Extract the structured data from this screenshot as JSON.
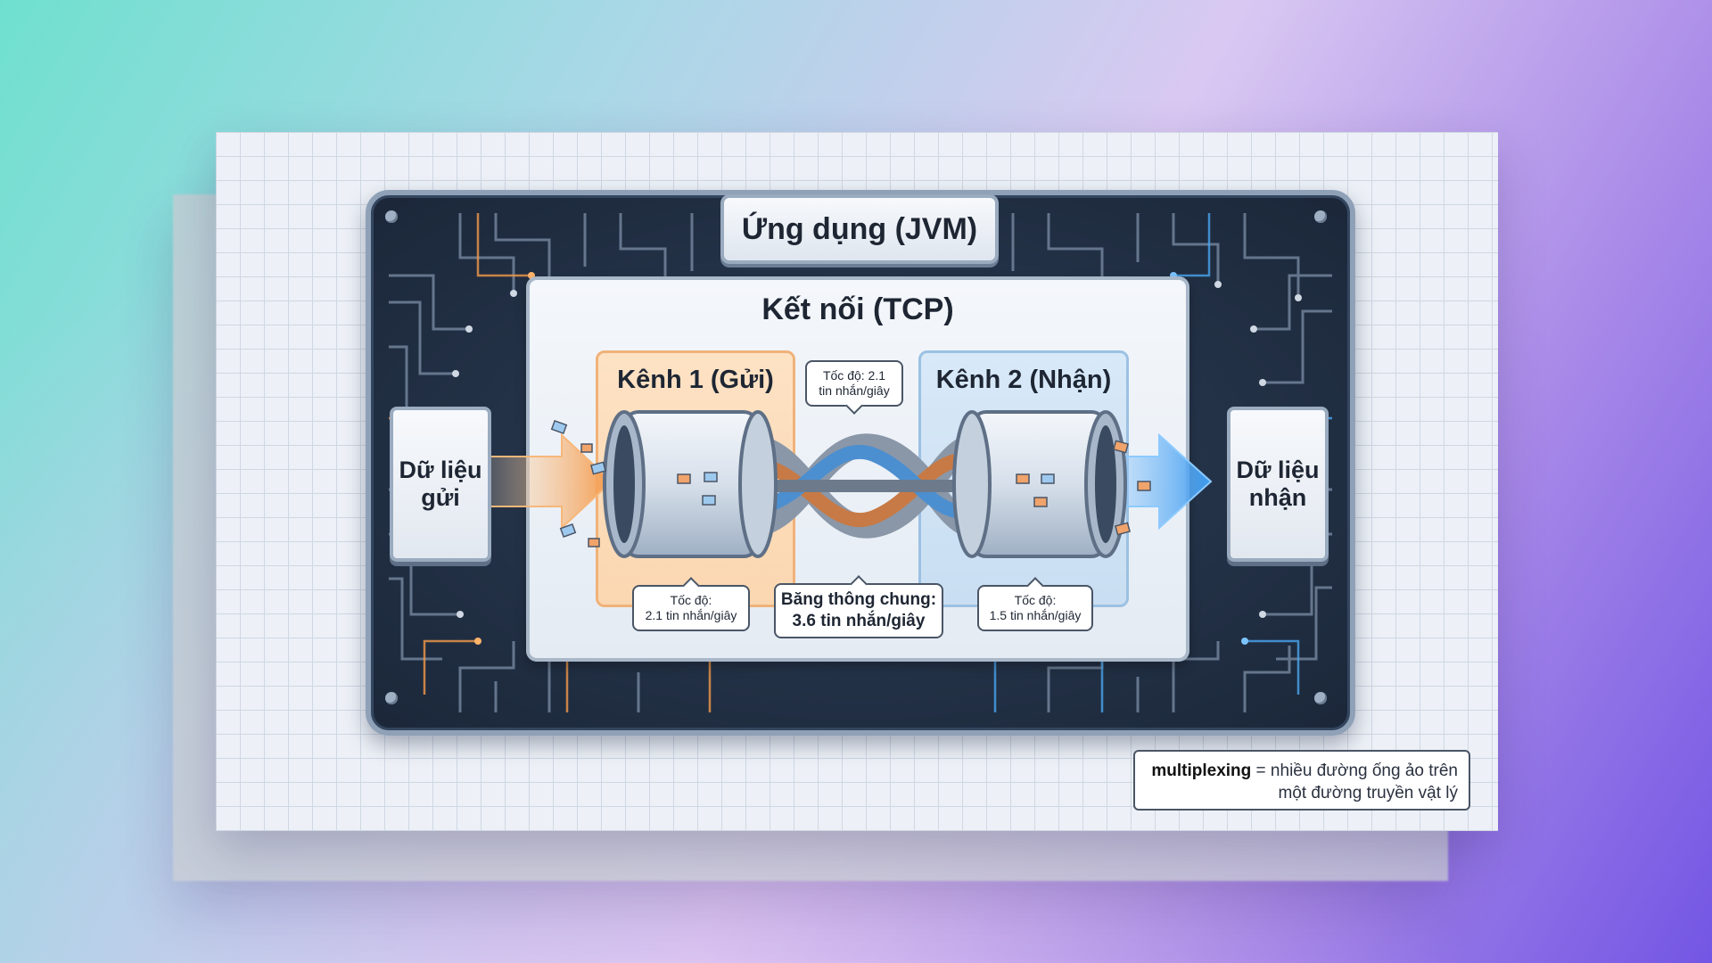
{
  "app_title": "Ứng dụng (JVM)",
  "connection_title": "Kết nối (TCP)",
  "channel_1_label": "Kênh 1 (Gửi)",
  "channel_2_label": "Kênh 2 (Nhận)",
  "send_box": {
    "line1": "Dữ liệu",
    "line2": "gửi"
  },
  "receive_box": {
    "line1": "Dữ liệu",
    "line2": "nhận"
  },
  "callouts": {
    "top": {
      "line1": "Tốc độ: 2.1",
      "line2": "tin nhắn/giây"
    },
    "left": {
      "line1": "Tốc độ:",
      "line2": "2.1 tin nhắn/giây"
    },
    "middle": {
      "line1": "Băng thông chung:",
      "line2": "3.6 tin nhắn/giây"
    },
    "right": {
      "line1": "Tốc độ:",
      "line2": "1.5 tin nhắn/giây"
    }
  },
  "note": {
    "term": "multiplexing",
    "line1_rest": " = nhiều đường ống ảo trên",
    "line2": "một đường truyền vật lý"
  },
  "colors": {
    "send_accent": "#f39a4b",
    "receive_accent": "#4aa6f0",
    "board": "#223045"
  }
}
